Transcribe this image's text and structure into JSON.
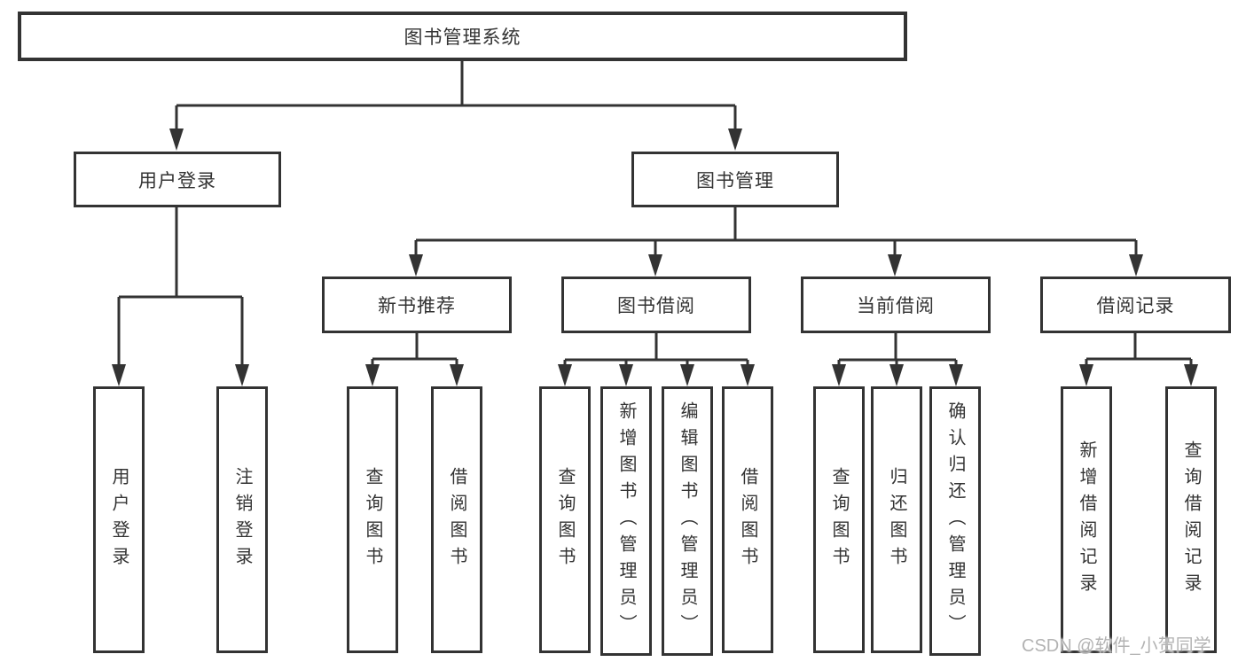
{
  "tree": {
    "label": "图书管理系统",
    "children": [
      {
        "label": "用户登录",
        "children": [
          {
            "label": "用户登录"
          },
          {
            "label": "注销登录"
          }
        ]
      },
      {
        "label": "图书管理",
        "children": [
          {
            "label": "新书推荐",
            "children": [
              {
                "label": "查询图书"
              },
              {
                "label": "借阅图书"
              }
            ]
          },
          {
            "label": "图书借阅",
            "children": [
              {
                "label": "查询图书"
              },
              {
                "label": "新增图书（管理员）"
              },
              {
                "label": "编辑图书（管理员）"
              },
              {
                "label": "借阅图书"
              }
            ]
          },
          {
            "label": "当前借阅",
            "children": [
              {
                "label": "查询图书"
              },
              {
                "label": "归还图书"
              },
              {
                "label": "确认归还（管理员）"
              }
            ]
          },
          {
            "label": "借阅记录",
            "children": [
              {
                "label": "新增借阅记录"
              },
              {
                "label": "查询借阅记录"
              }
            ]
          }
        ]
      }
    ]
  },
  "watermark": {
    "text": "CSDN @软件_小贺同学"
  },
  "colors": {
    "line": "#333333",
    "box_border": "#333333",
    "text": "#333333",
    "background": "#ffffff",
    "watermark": "#b3b3b3"
  }
}
